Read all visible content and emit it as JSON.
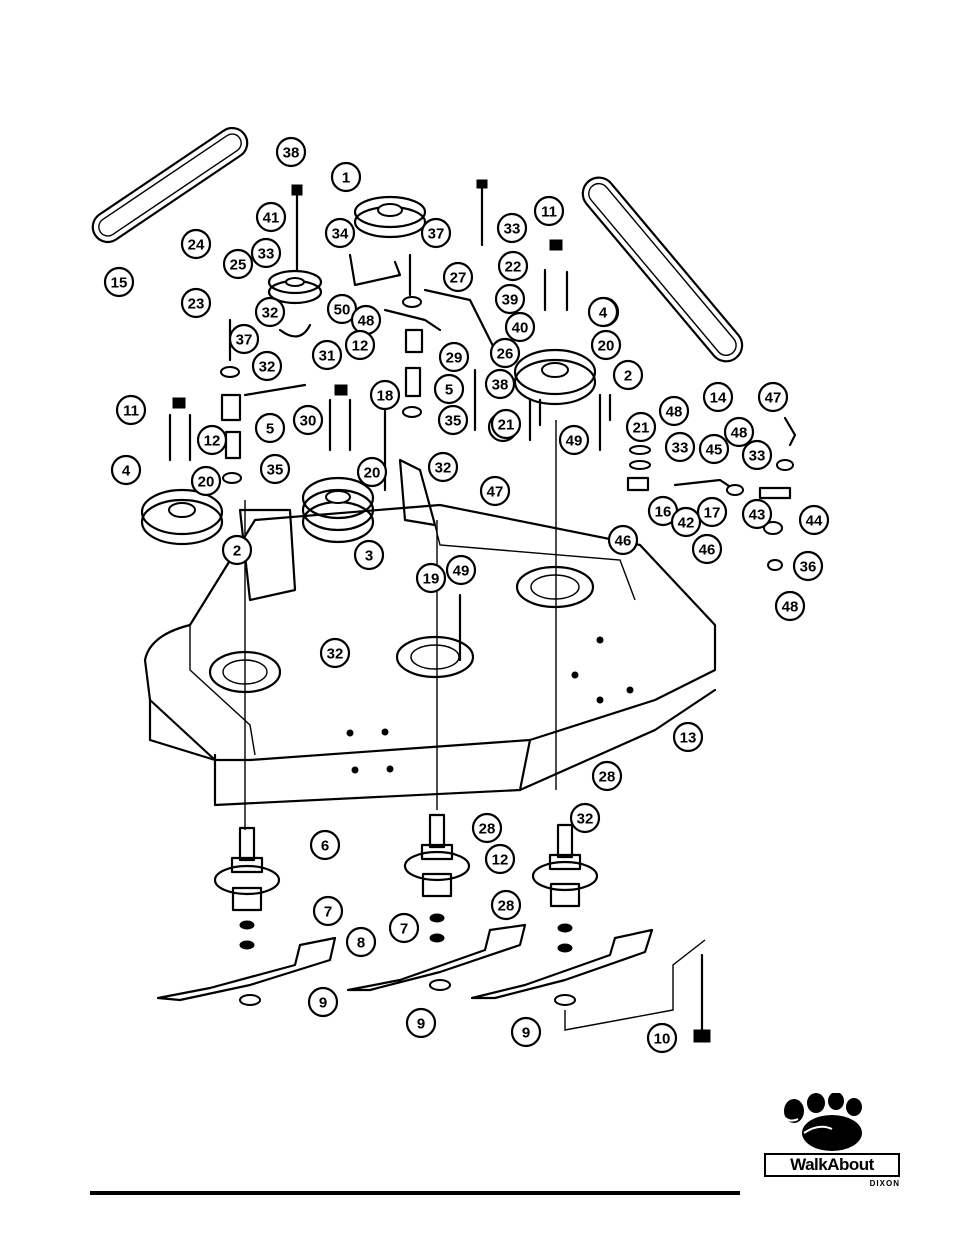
{
  "callouts": [
    {
      "label": "1"
    },
    {
      "label": "38"
    },
    {
      "label": "33"
    },
    {
      "label": "15"
    },
    {
      "label": "41"
    },
    {
      "label": "24"
    },
    {
      "label": "33"
    },
    {
      "label": "34"
    },
    {
      "label": "37"
    },
    {
      "label": "25"
    },
    {
      "label": "23"
    },
    {
      "label": "32"
    },
    {
      "label": "50"
    },
    {
      "label": "27"
    },
    {
      "label": "22"
    },
    {
      "label": "11"
    },
    {
      "label": "14"
    },
    {
      "label": "39"
    },
    {
      "label": "40"
    },
    {
      "label": "4"
    },
    {
      "label": "20"
    },
    {
      "label": "2"
    },
    {
      "label": "48"
    },
    {
      "label": "12"
    },
    {
      "label": "29"
    },
    {
      "label": "26"
    },
    {
      "label": "31"
    },
    {
      "label": "37"
    },
    {
      "label": "32"
    },
    {
      "label": "5"
    },
    {
      "label": "18"
    },
    {
      "label": "38"
    },
    {
      "label": "11"
    },
    {
      "label": "30"
    },
    {
      "label": "12"
    },
    {
      "label": "5"
    },
    {
      "label": "35"
    },
    {
      "label": "18"
    },
    {
      "label": "21"
    },
    {
      "label": "21"
    },
    {
      "label": "48"
    },
    {
      "label": "47"
    },
    {
      "label": "4"
    },
    {
      "label": "20"
    },
    {
      "label": "35"
    },
    {
      "label": "32"
    },
    {
      "label": "49"
    },
    {
      "label": "33"
    },
    {
      "label": "45"
    },
    {
      "label": "48"
    },
    {
      "label": "33"
    },
    {
      "label": "4"
    },
    {
      "label": "20"
    },
    {
      "label": "16"
    },
    {
      "label": "42"
    },
    {
      "label": "17"
    },
    {
      "label": "43"
    },
    {
      "label": "44"
    },
    {
      "label": "2"
    },
    {
      "label": "3"
    },
    {
      "label": "46"
    },
    {
      "label": "46"
    },
    {
      "label": "36"
    },
    {
      "label": "47"
    },
    {
      "label": "49"
    },
    {
      "label": "19"
    },
    {
      "label": "48"
    },
    {
      "label": "32"
    },
    {
      "label": "13"
    },
    {
      "label": "28"
    },
    {
      "label": "32"
    },
    {
      "label": "28"
    },
    {
      "label": "6"
    },
    {
      "label": "12"
    },
    {
      "label": "28"
    },
    {
      "label": "7"
    },
    {
      "label": "7"
    },
    {
      "label": "8"
    },
    {
      "label": "9"
    },
    {
      "label": "9"
    },
    {
      "label": "9"
    },
    {
      "label": "10"
    }
  ],
  "logo": {
    "brand": "WalkAbout",
    "maker": "DIXON",
    "icon": "paw-print-icon"
  }
}
